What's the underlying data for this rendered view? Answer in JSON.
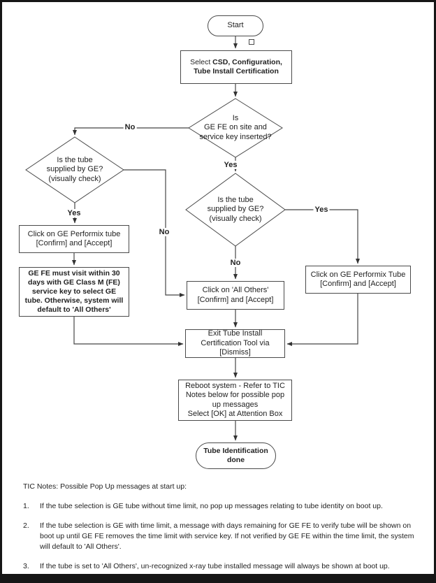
{
  "colors": {
    "line": "#454545",
    "frame": "#161616",
    "text": "#222222"
  },
  "flow": {
    "start": "Start",
    "select": {
      "prefix": "Select ",
      "bold": "CSD, Configuration, Tube Install Certification"
    },
    "d1": "Is\nGE FE on site and\nservice key inserted?",
    "d2": "Is the tube\nsupplied by GE?\n(visually check)",
    "d3": "Is the tube\nsupplied by GE?\n(visually check)",
    "performix_left": "Click on GE Performix tube\n[Confirm] and [Accept]",
    "fe_visit": "GE FE must visit within 30\ndays with GE Class M (FE)\nservice key to select GE\ntube.  Otherwise, system will\ndefault to 'All Others'",
    "performix_right": "Click on GE Performix Tube\n[Confirm] and [Accept]",
    "all_others": "Click on 'All Others'\n[Confirm] and [Accept]",
    "exit": "Exit Tube Install\nCertification Tool via\n[Dismiss]",
    "reboot": "Reboot system - Refer to TIC\nNotes below for possible pop\nup messages\nSelect [OK] at Attention Box",
    "done": "Tube Identification\ndone"
  },
  "labels": {
    "d1_no": "No",
    "d1_yes": "Yes",
    "d2_yes": "Yes",
    "d2_no": "No",
    "d3_yes": "Yes",
    "d3_no": "No"
  },
  "notes": {
    "header": "TIC Notes:  Possible Pop Up messages at start up:",
    "items": [
      {
        "num": "1.",
        "text": "If the tube selection is GE tube without time limit,  no pop up messages relating to tube identity on boot up."
      },
      {
        "num": "2.",
        "text": "If the tube selection is GE with time limit, a message with days remaining for GE FE to verify tube will be shown on boot up until GE FE removes the time limit with service key.  If not verified by GE FE within the time limit, the system will default to 'All Others'."
      },
      {
        "num": "3.",
        "text": "If the tube is set to 'All Others', un-recognized x-ray tube installed message will always be shown at boot up."
      }
    ]
  }
}
